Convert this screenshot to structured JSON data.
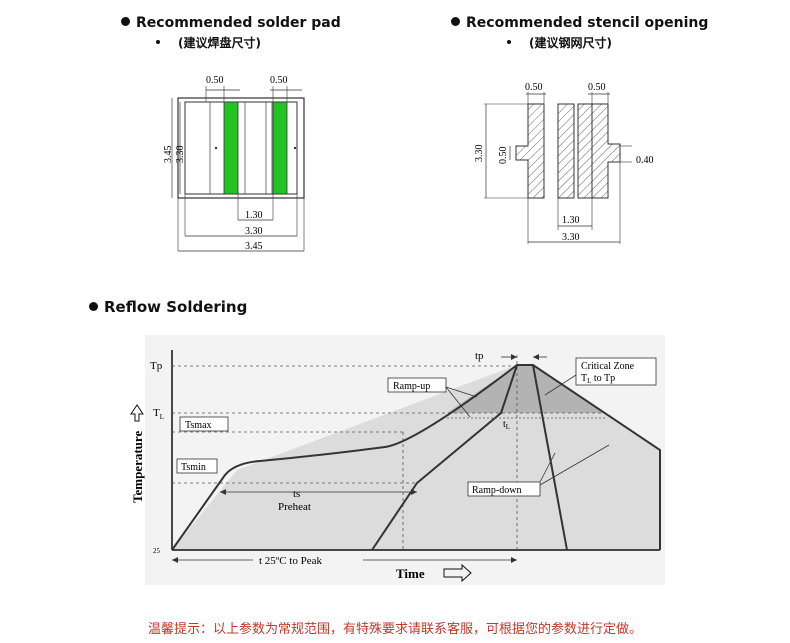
{
  "solder_pad": {
    "title": "Recommended solder pad",
    "subtitle": "(建议焊盘尺寸)",
    "dim_top_left": "0.50",
    "dim_top_right": "0.50",
    "dim_left_outer": "3.45",
    "dim_left_inner": "3.30",
    "dim_bottom_gap": "1.30",
    "dim_bottom_inner": "3.30",
    "dim_bottom_outer": "3.45",
    "pad_color": "#22c322"
  },
  "stencil": {
    "title": "Recommended stencil opening",
    "subtitle": "(建议钢网尺寸)",
    "dim_top_left": "0.50",
    "dim_top_right": "0.50",
    "dim_left": "3.30",
    "dim_notch": "0.50",
    "dim_right": "0.40",
    "dim_bottom_gap": "1.30",
    "dim_bottom_total": "3.30"
  },
  "reflow": {
    "title": "Reflow Soldering",
    "y_axis_label": "Temperature",
    "x_axis_label": "Time",
    "tp_label": "Tp",
    "tl_label": "T",
    "tl_sub": "L",
    "tsmax_label": "Tsmax",
    "tsmin_label": "Tsmin",
    "y_min_label": "25",
    "tp_top_label": "tp",
    "tl_time_label": "t",
    "tl_time_sub": "L",
    "ts_label": "ts",
    "preheat_label": "Preheat",
    "ramp_up_label": "Ramp-up",
    "ramp_down_label": "Ramp-down",
    "critical_zone_line1": "Critical Zone",
    "critical_zone_line2_a": "T",
    "critical_zone_line2_sub": "L",
    "critical_zone_line2_b": " to Tp",
    "t25_label": "t  25ºC to Peak"
  },
  "footer_note": "温馨提示：以上参数为常规范围，有特殊要求请联系客服，可根据您的参数进行定做。"
}
